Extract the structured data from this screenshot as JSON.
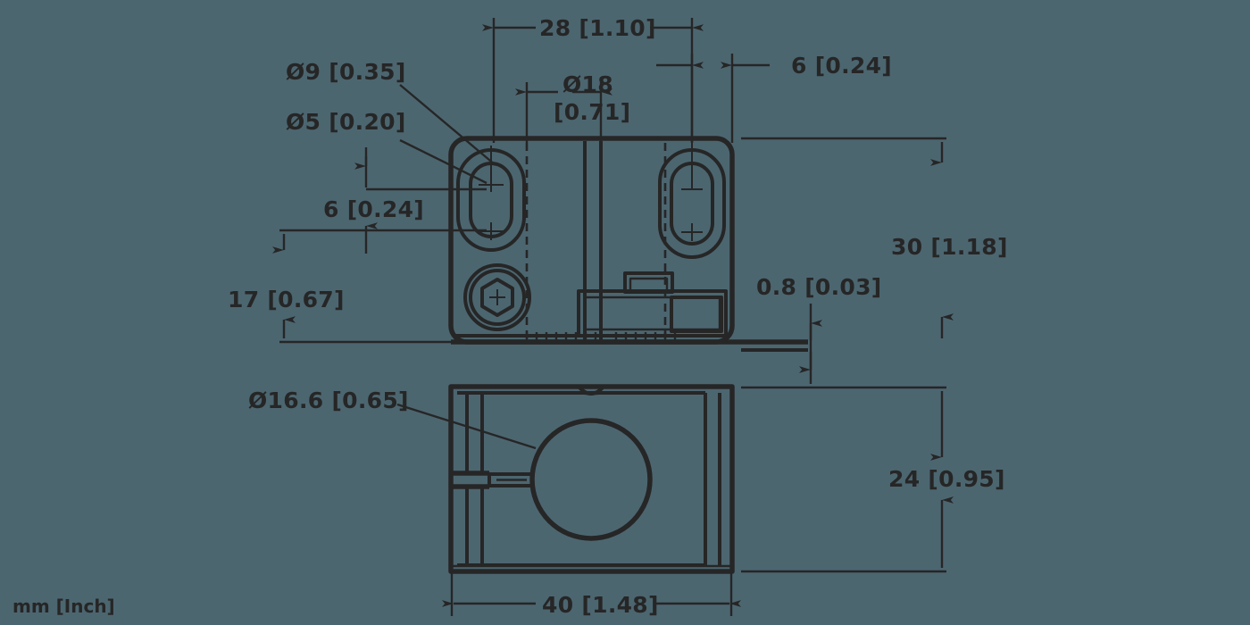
{
  "drawing": {
    "title": "mechanical-dimensioned-drawing",
    "units_note": "mm [Inch]",
    "background_color": "#4c6670",
    "line_color": "#262626",
    "views": [
      {
        "name": "front-view",
        "description": "front view of sensor mounting bracket"
      },
      {
        "name": "side-view",
        "description": "side section view with through bore"
      }
    ]
  },
  "dimensions": {
    "top_width_28": "28 [1.10]",
    "bore_18": "Ø18",
    "bore_18_inch": "[0.71]",
    "offset_6_right": "6 [0.24]",
    "hole_9": "Ø9 [0.35]",
    "hole_5": "Ø5 [0.20]",
    "slot_6": "6 [0.24]",
    "height_17": "17 [0.67]",
    "height_30": "30 [1.18]",
    "thickness_08": "0.8 [0.03]",
    "bore_166": "Ø16.6 [0.65]",
    "height_24": "24 [0.95]",
    "width_40": "40 [1.48]"
  }
}
